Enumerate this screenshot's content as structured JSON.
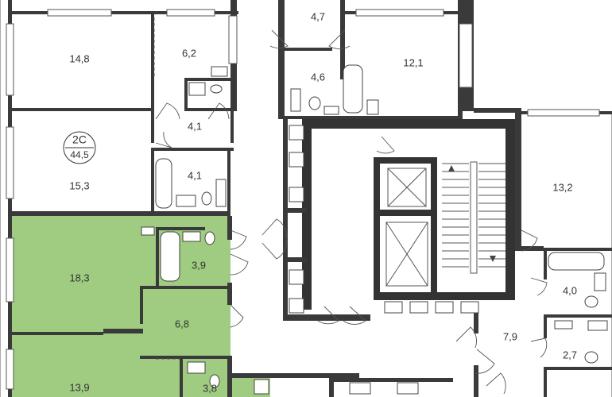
{
  "apartment": {
    "code": "2C",
    "total": "44,5"
  },
  "rooms": {
    "r148": "14,8",
    "r62": "6,2",
    "r41a": "4,1",
    "r41b": "4,1",
    "r153": "15,3",
    "r47": "4,7",
    "r46": "4,6",
    "r121": "12,1",
    "r132": "13,2",
    "r183": "18,3",
    "r39": "3,9",
    "r68": "6,8",
    "r40": "4,0",
    "r79": "7,9",
    "r27": "2,7",
    "r139": "13,9",
    "r38": "3,8"
  },
  "colors": {
    "highlight": "#9fcc80",
    "highlight_edge": "#7aa95f",
    "wall": "#3a3a3a"
  }
}
